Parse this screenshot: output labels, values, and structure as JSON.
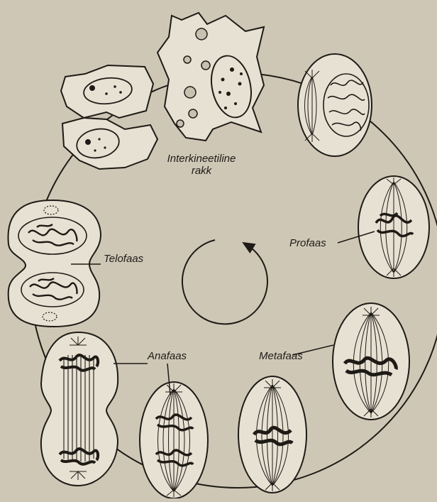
{
  "labels": {
    "interkineetiline_line1": "Interkineetiline",
    "interkineetiline_line2": "rakk",
    "profaas": "Profaas",
    "telofaas": "Telofaas",
    "anafaas": "Anafaas",
    "metafaas": "Metafaas"
  },
  "colors": {
    "paper": "#cfc7b6",
    "ink": "#1e1b16",
    "cell_fill": "#e7e1d3"
  }
}
